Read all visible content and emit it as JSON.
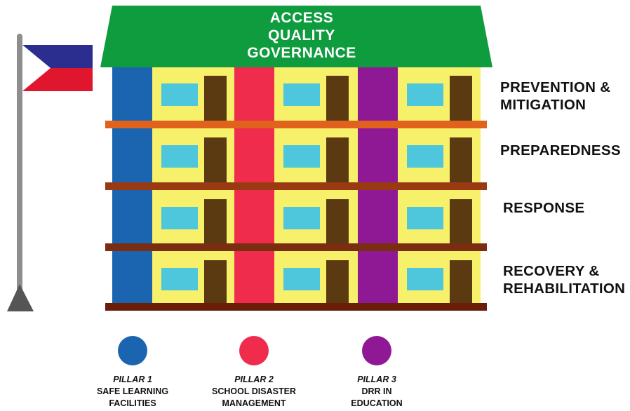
{
  "roof": {
    "lines": [
      "ACCESS",
      "QUALITY",
      "GOVERNANCE"
    ],
    "color": "#0e9c3e"
  },
  "phases": [
    {
      "lines": [
        "PREVENTION &",
        "MITIGATION"
      ]
    },
    {
      "lines": [
        "PREPAREDNESS"
      ]
    },
    {
      "lines": [
        "RESPONSE"
      ]
    },
    {
      "lines": [
        "RECOVERY &",
        "REHABILITATION"
      ]
    }
  ],
  "pillars": [
    {
      "title": "PILLAR 1",
      "lines": [
        "SAFE LEARNING",
        "FACILITIES"
      ],
      "color": "#1b64b0"
    },
    {
      "title": "PILLAR 2",
      "lines": [
        "SCHOOL DISASTER",
        "MANAGEMENT"
      ],
      "color": "#ef2c4b"
    },
    {
      "title": "PILLAR 3",
      "lines": [
        "DRR IN",
        "EDUCATION"
      ],
      "color": "#8f1895"
    }
  ],
  "colors": {
    "wall": "#f7f06a",
    "window": "#4ec7dc",
    "door": "#5b3a12",
    "floor_orange": "#e0621d",
    "floor_brown": "#7a2d10",
    "pole": "#8e8e8e",
    "flag_blue": "#2c2e8f",
    "flag_red": "#e0162e"
  }
}
